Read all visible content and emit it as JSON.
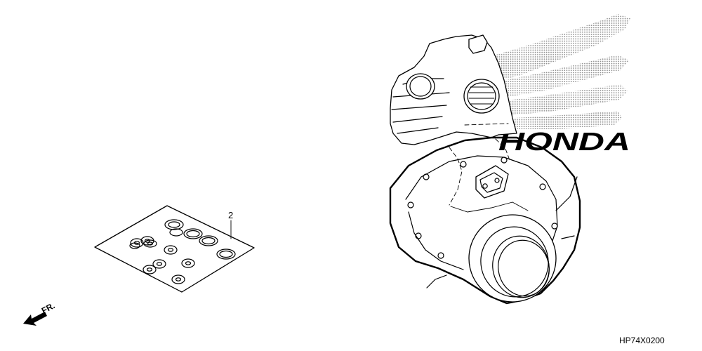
{
  "diagram": {
    "part_label": "2",
    "front_marker": "FR.",
    "diagram_code": "HP74X0200",
    "watermark_text": "HONDA"
  }
}
